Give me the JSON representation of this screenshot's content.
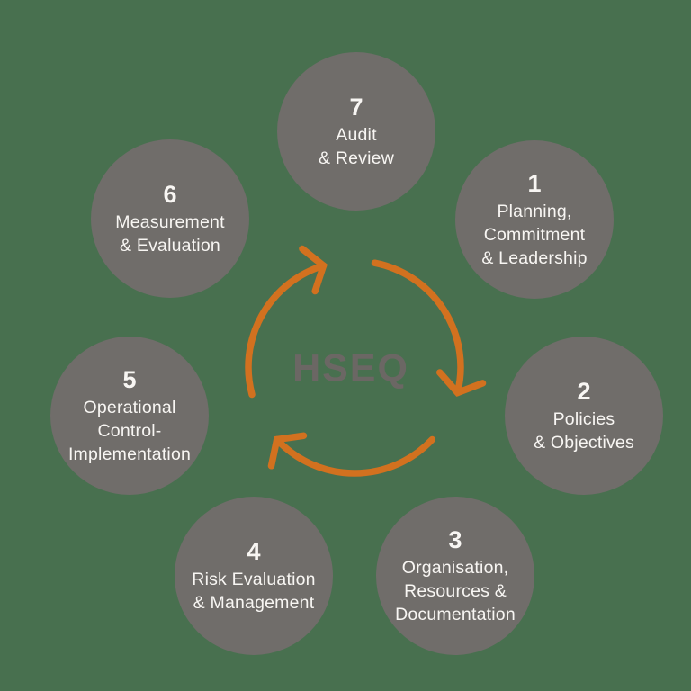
{
  "center_label": "HSEQ",
  "colors": {
    "background": "#48704F",
    "circle": "#706D6A",
    "circle_text": "#F8F6F3",
    "center_text": "#6B6764",
    "arrow": "#D2711F"
  },
  "icons": {
    "cycle_arrows": "clockwise-cycle-arrows-icon"
  },
  "steps": [
    {
      "number": "1",
      "lines": [
        "Planning,",
        "Commitment",
        "& Leadership"
      ]
    },
    {
      "number": "2",
      "lines": [
        "Policies",
        "& Objectives"
      ]
    },
    {
      "number": "3",
      "lines": [
        "Organisation,",
        "Resources &",
        "Documentation"
      ]
    },
    {
      "number": "4",
      "lines": [
        "Risk Evaluation",
        "& Management"
      ]
    },
    {
      "number": "5",
      "lines": [
        "Operational",
        "Control-",
        "Implementation"
      ]
    },
    {
      "number": "6",
      "lines": [
        "Measurement",
        "& Evaluation"
      ]
    },
    {
      "number": "7",
      "lines": [
        "Audit",
        "& Review"
      ]
    }
  ]
}
